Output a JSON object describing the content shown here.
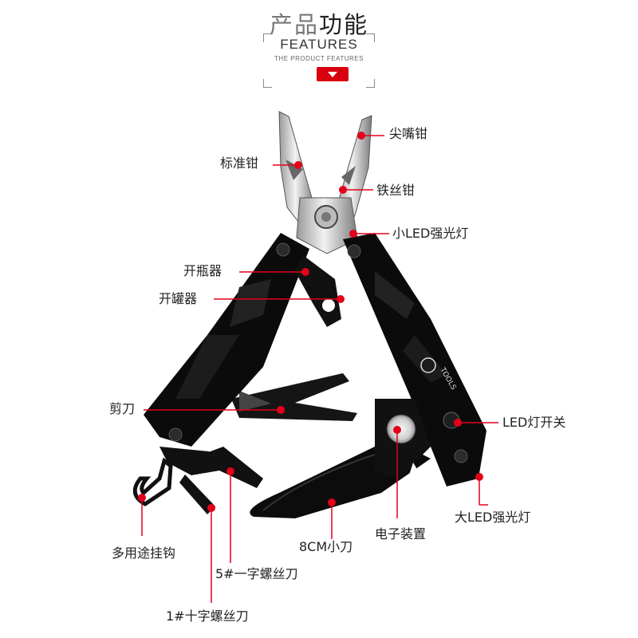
{
  "header": {
    "title_part1": "产品",
    "title_part2": "功能",
    "features": "FEATURES",
    "subtitle": "THE PRODUCT FEATURES"
  },
  "brand_mark": "TOOLS",
  "accent_color": "#e4001b",
  "labels": {
    "needle_nose": "尖嘴钳",
    "standard_pliers": "标准钳",
    "wire_cutter": "铁丝钳",
    "small_led": "小LED强光灯",
    "bottle_opener": "开瓶器",
    "can_opener": "开罐器",
    "scissors": "剪刀",
    "led_switch": "LED灯开关",
    "large_led": "大LED强光灯",
    "knife": "8CM小刀",
    "electronic": "电子装置",
    "carabiner": "多用途挂钩",
    "flat_screwdriver": "5#一字螺丝刀",
    "phillips_screwdriver": "1#十字螺丝刀"
  }
}
